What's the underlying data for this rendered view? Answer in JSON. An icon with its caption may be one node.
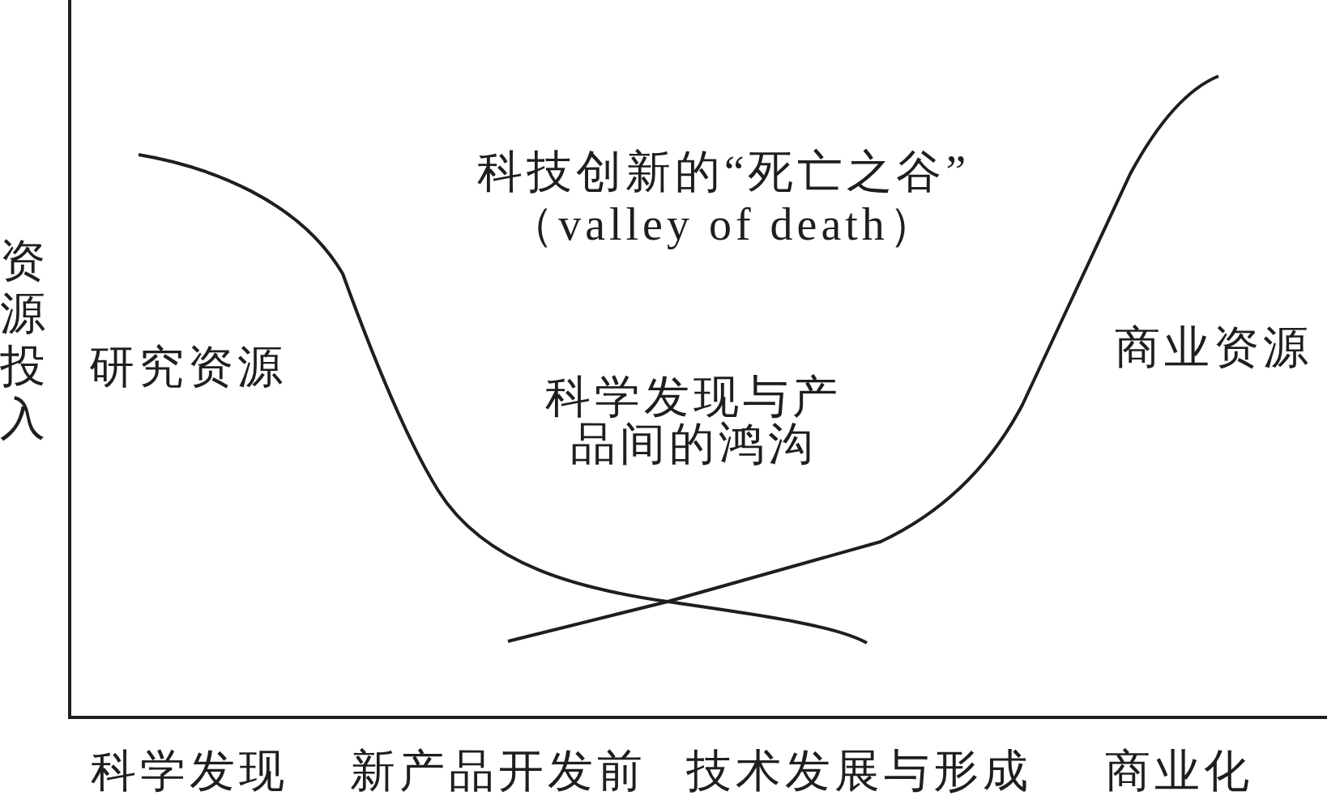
{
  "diagram": {
    "labels": [
      "科技创新的“死亡之谷”（valley of death）",
      "资源投入",
      "研究资源",
      "科学发现与产品间的鸿沟",
      "商业资源",
      "科学发现",
      "新产品开发前",
      "技术发展与形成",
      "商业化"
    ]
  }
}
